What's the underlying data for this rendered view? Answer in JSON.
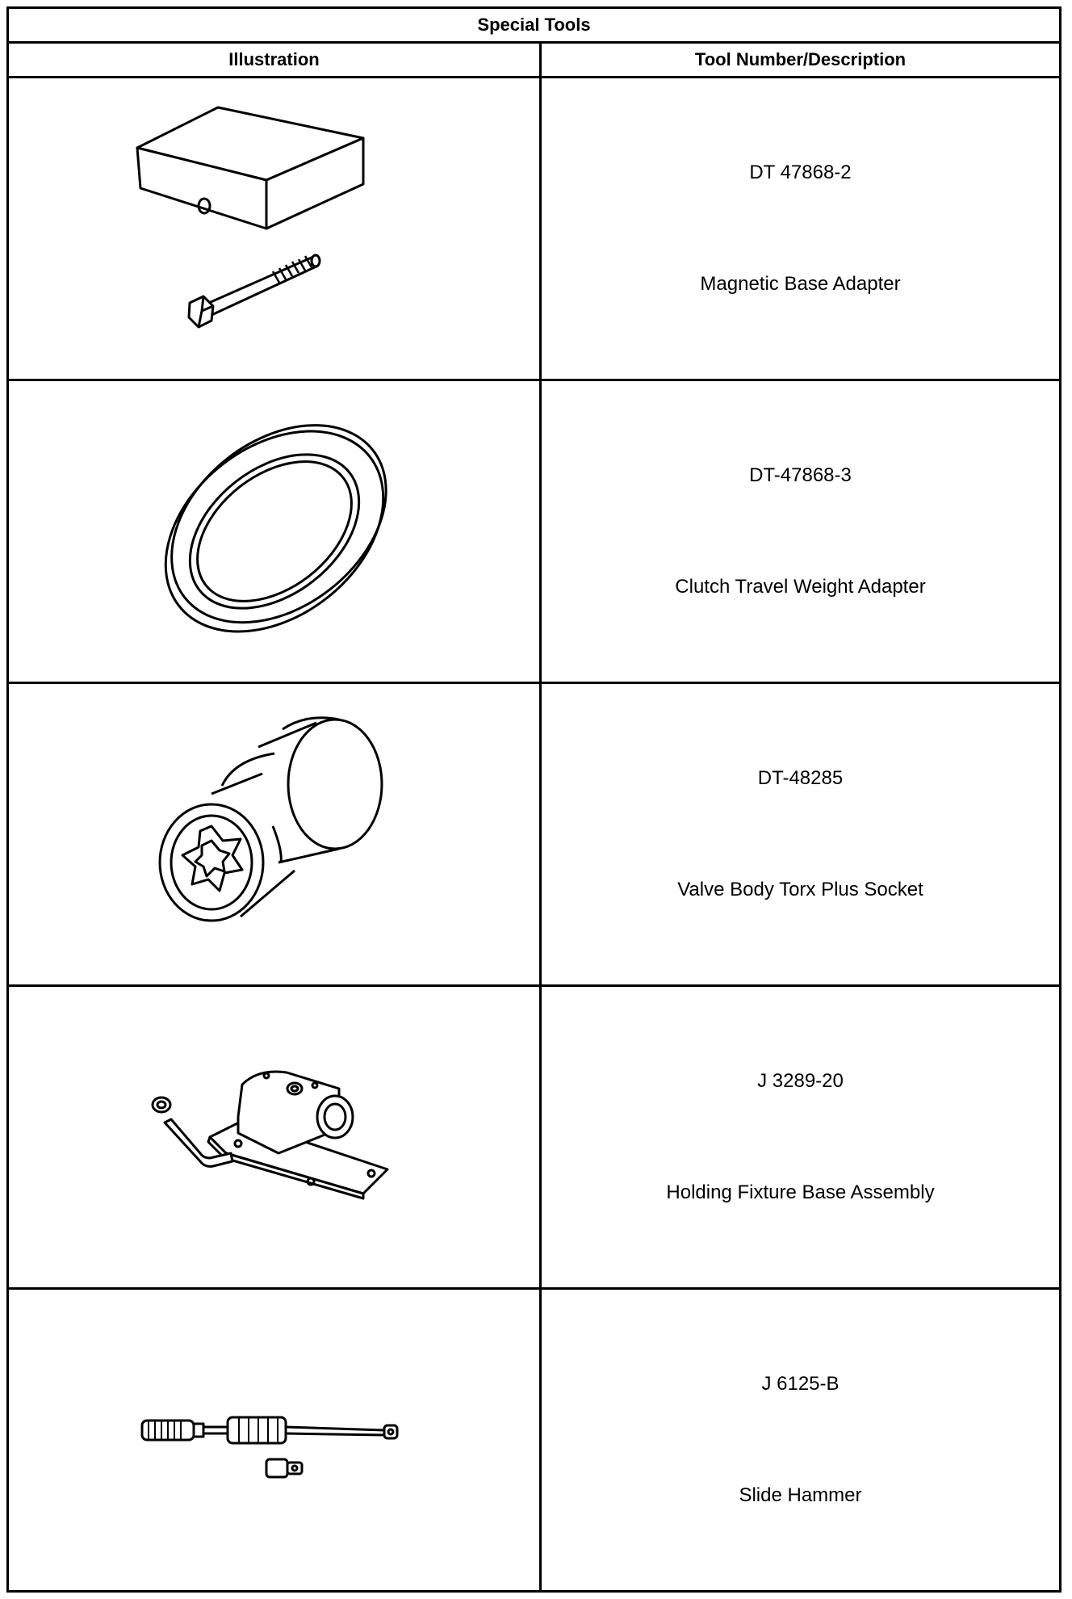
{
  "table": {
    "title": "Special Tools",
    "headers": {
      "illustration": "Illustration",
      "description": "Tool Number/Description"
    },
    "rows": [
      {
        "number": "DT 47868-2",
        "description": "Magnetic Base Adapter",
        "icon": "magnetic-base-adapter-icon"
      },
      {
        "number": "DT-47868-3",
        "description": "Clutch Travel Weight Adapter",
        "icon": "weight-ring-icon"
      },
      {
        "number": "DT-48285",
        "description": "Valve Body Torx Plus Socket",
        "icon": "torx-socket-icon"
      },
      {
        "number": "J 3289-20",
        "description": "Holding Fixture Base Assembly",
        "icon": "holding-fixture-icon"
      },
      {
        "number": "J 6125-B",
        "description": "Slide Hammer",
        "icon": "slide-hammer-icon"
      }
    ]
  }
}
